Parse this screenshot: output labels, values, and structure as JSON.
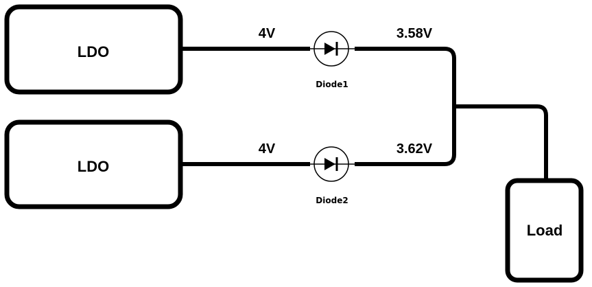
{
  "diagram": {
    "title": "",
    "nodes": [
      {
        "id": "ldo1",
        "label": "LDO",
        "type": "regulator"
      },
      {
        "id": "ldo2",
        "label": "LDO",
        "type": "regulator"
      },
      {
        "id": "diode1",
        "label": "Diode1",
        "type": "diode"
      },
      {
        "id": "diode2",
        "label": "Diode2",
        "type": "diode"
      },
      {
        "id": "load",
        "label": "Load",
        "type": "load"
      }
    ],
    "edges": [
      {
        "from": "ldo1",
        "to": "diode1",
        "label": "4V"
      },
      {
        "from": "diode1",
        "to": "load",
        "label": "3.58V"
      },
      {
        "from": "ldo2",
        "to": "diode2",
        "label": "4V"
      },
      {
        "from": "diode2",
        "to": "load",
        "label": "3.62V"
      }
    ]
  },
  "labels": {
    "ldo1": "LDO",
    "ldo2": "LDO",
    "load": "Load",
    "diode1": "Diode1",
    "diode2": "Diode2",
    "v_in1": "4V",
    "v_out1": "3.58V",
    "v_in2": "4V",
    "v_out2": "3.62V"
  },
  "colors": {
    "stroke": "#000000",
    "background": "#ffffff"
  }
}
